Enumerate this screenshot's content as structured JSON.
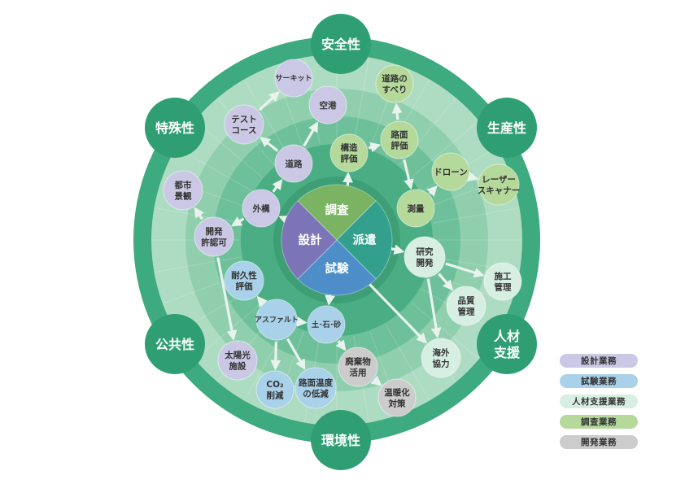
{
  "colors": {
    "outer_ring": "#3daa7f",
    "ring1": "#6ec09b",
    "ring2": "#8fcfae",
    "ring3": "#aedcc2",
    "inner_disc": "#4aad83",
    "center_ring": "#3e9f77",
    "hub": "#3aa27a",
    "design": "#cbc8e6",
    "test": "#a9d1e9",
    "hr": "#d7eee2",
    "survey": "#b4d99a",
    "dev": "#cccccc",
    "arrow": "#e9f3ed"
  },
  "hubs": [
    {
      "id": "safety",
      "label": "安全性"
    },
    {
      "id": "productivity",
      "label": "生産性"
    },
    {
      "id": "hr_support",
      "label": "人材\n支援"
    },
    {
      "id": "environment",
      "label": "環境性"
    },
    {
      "id": "public",
      "label": "公共性"
    },
    {
      "id": "special",
      "label": "特殊性"
    }
  ],
  "center": {
    "sectors": [
      {
        "id": "survey",
        "label": "調査",
        "color": "#7ab463"
      },
      {
        "id": "dispatch",
        "label": "派遣",
        "color": "#33a08d"
      },
      {
        "id": "test",
        "label": "試験",
        "color": "#4e8ec8"
      },
      {
        "id": "design",
        "label": "設計",
        "color": "#7b74b7"
      }
    ]
  },
  "nodes": [
    {
      "id": "circuit",
      "label": "サーキット",
      "cat": "design"
    },
    {
      "id": "airport",
      "label": "空港",
      "cat": "design"
    },
    {
      "id": "testcourse",
      "label": "テスト\nコース",
      "cat": "design"
    },
    {
      "id": "road",
      "label": "道路",
      "cat": "design"
    },
    {
      "id": "cityscape",
      "label": "都市\n景観",
      "cat": "design"
    },
    {
      "id": "exterior",
      "label": "外構",
      "cat": "design"
    },
    {
      "id": "permit",
      "label": "開発\n許認可",
      "cat": "design"
    },
    {
      "id": "solar",
      "label": "太陽光\n施設",
      "cat": "design"
    },
    {
      "id": "durability",
      "label": "耐久性\n評価",
      "cat": "test"
    },
    {
      "id": "asphalt",
      "label": "アスファルト",
      "cat": "test"
    },
    {
      "id": "soil",
      "label": "土･石･砂",
      "cat": "test"
    },
    {
      "id": "co2",
      "label": "CO₂\n削減",
      "cat": "test"
    },
    {
      "id": "roadtemp",
      "label": "路面温度\nの低減",
      "cat": "test"
    },
    {
      "id": "slip",
      "label": "道路の\nすべり",
      "cat": "survey"
    },
    {
      "id": "roadeval",
      "label": "路面\n評価",
      "cat": "survey"
    },
    {
      "id": "structeval",
      "label": "構造\n評価",
      "cat": "survey"
    },
    {
      "id": "drone",
      "label": "ドローン",
      "cat": "survey"
    },
    {
      "id": "laser",
      "label": "レーザー\nスキャナー",
      "cat": "survey"
    },
    {
      "id": "survey2",
      "label": "測量",
      "cat": "survey"
    },
    {
      "id": "research",
      "label": "研究\n開発",
      "cat": "hr"
    },
    {
      "id": "construction",
      "label": "施工\n管理",
      "cat": "hr"
    },
    {
      "id": "quality",
      "label": "品質\n管理",
      "cat": "hr"
    },
    {
      "id": "overseas",
      "label": "海外\n協力",
      "cat": "hr"
    },
    {
      "id": "waste",
      "label": "廃棄物\n活用",
      "cat": "dev"
    },
    {
      "id": "warming",
      "label": "温暖化\n対策",
      "cat": "dev"
    }
  ],
  "legend": [
    {
      "label": "設計業務",
      "cat": "design"
    },
    {
      "label": "試験業務",
      "cat": "test"
    },
    {
      "label": "人材支援業務",
      "cat": "hr"
    },
    {
      "label": "調査業務",
      "cat": "survey"
    },
    {
      "label": "開発業務",
      "cat": "dev"
    }
  ]
}
